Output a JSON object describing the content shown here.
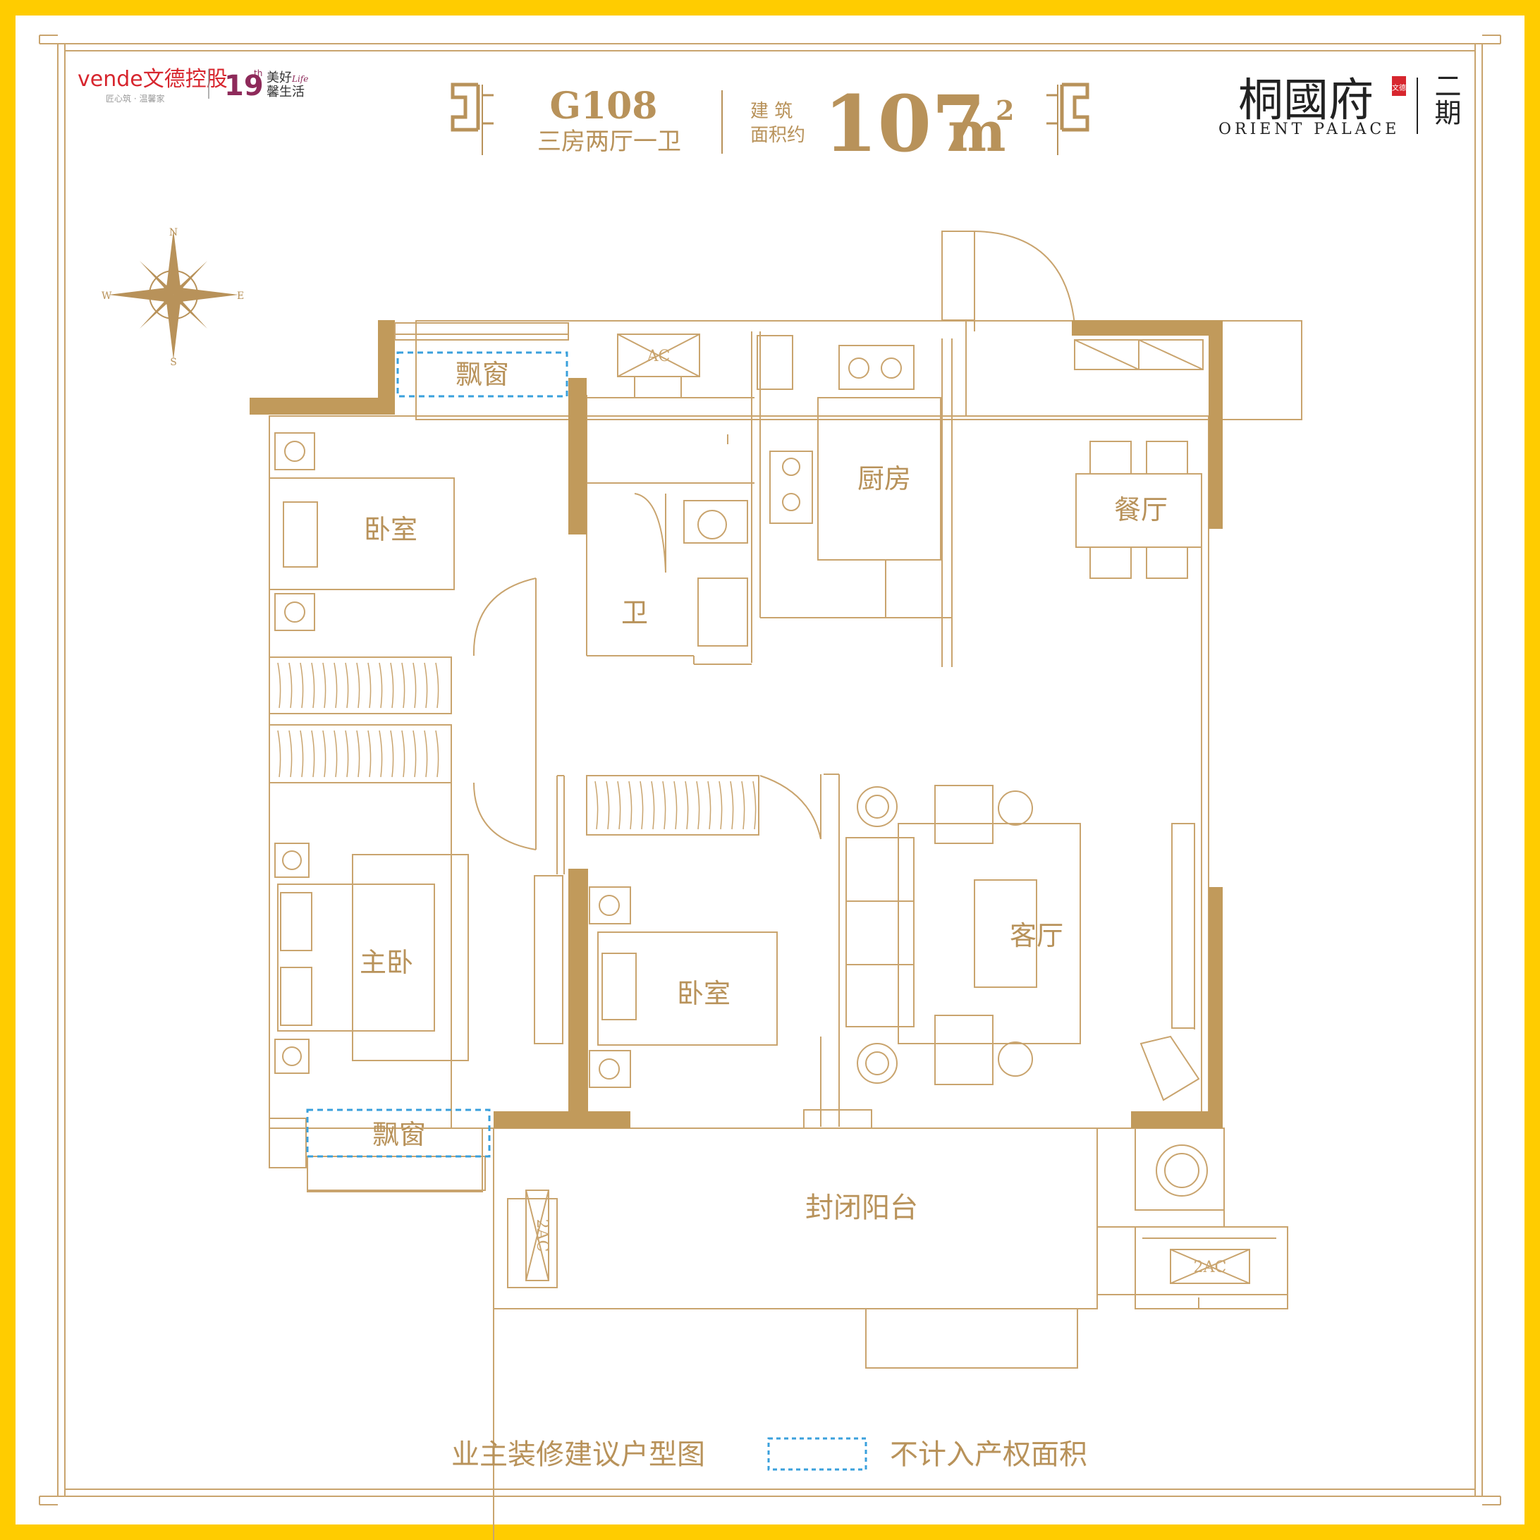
{
  "colors": {
    "frame": "#FFCC00",
    "paper": "#FFFFFF",
    "gold": "#B8925A",
    "wall": "#C19A5B",
    "line": "#C9A46E",
    "dashed": "#3AA0DC",
    "brand_red": "#D7262E",
    "brand_plum": "#8E2A5A",
    "ink": "#2A2A2A"
  },
  "brand": {
    "logo_text": "vende文德控股",
    "logo_sub": "匠心筑 · 温馨家",
    "badge_num": "19",
    "badge_sup": "th",
    "badge_text1": "美好",
    "badge_text2": "馨生活",
    "badge_life": "Life"
  },
  "header": {
    "unit_code": "G108",
    "layout": "三房两厅一卫",
    "area_label_1": "建 筑",
    "area_label_2": "面积约",
    "area_value": "107",
    "area_unit": "m",
    "area_sup": "2"
  },
  "project": {
    "name_cn": "桐國府",
    "seal": "文德",
    "name_en": "ORIENT PALACE",
    "phase": "二期"
  },
  "compass": {
    "n": "N",
    "s": "S",
    "e": "E",
    "w": "W"
  },
  "rooms": {
    "bay_window_top": "飘窗",
    "bedroom_nw": "卧室",
    "bathroom": "卫",
    "kitchen": "厨房",
    "dining": "餐厅",
    "master_bedroom": "主卧",
    "bedroom_s": "卧室",
    "living": "客厅",
    "bay_window_bottom": "飘窗",
    "balcony": "封闭阳台",
    "ac_top": "AC",
    "ac_left": "2AC",
    "ac_right": "2AC"
  },
  "footer": {
    "caption": "业主装修建议户型图",
    "legend_text": "不计入产权面积"
  }
}
